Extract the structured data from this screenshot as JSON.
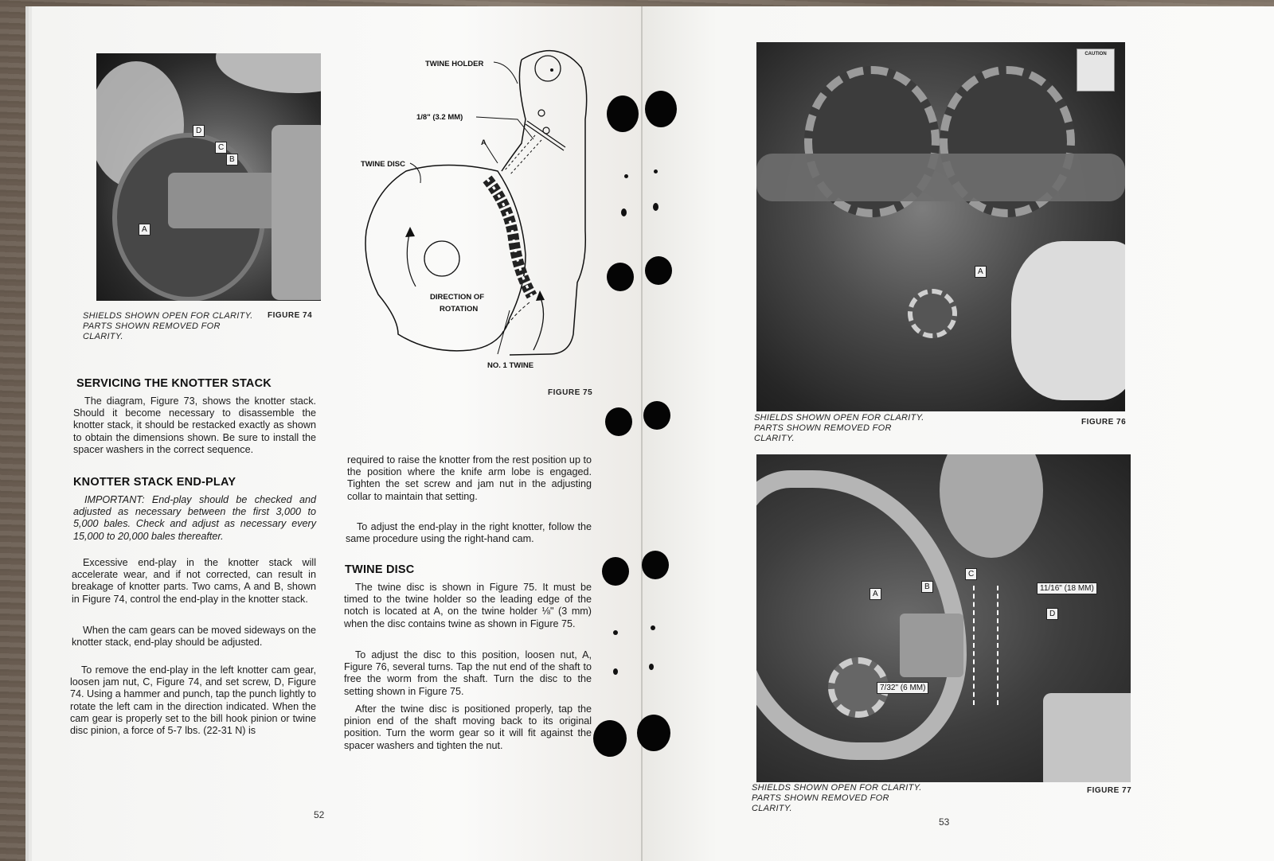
{
  "left_page": {
    "page_number": "52",
    "figure74": {
      "caption": [
        "SHIELDS SHOWN OPEN FOR CLARITY.",
        "PARTS SHOWN REMOVED FOR",
        "CLARITY."
      ],
      "label": "FIGURE 74",
      "callouts": [
        "D",
        "C",
        "B",
        "A"
      ]
    },
    "figure75": {
      "label": "FIGURE 75",
      "callouts": {
        "twine_holder": "TWINE HOLDER",
        "dimension": "1/8\" (3.2 MM)",
        "point_a": "A",
        "twine_disc": "TWINE DISC",
        "direction_1": "DIRECTION OF",
        "direction_2": "ROTATION",
        "twine": "NO. 1 TWINE"
      }
    },
    "sections": {
      "servicing_heading": "SERVICING THE KNOTTER STACK",
      "servicing_para": "The diagram, Figure 73, shows the knotter stack. Should it become necessary to disassemble the knotter stack, it should be restacked exactly as shown to obtain the dimensions shown. Be sure to install the spacer washers in the correct sequence.",
      "endplay_heading": "KNOTTER STACK END-PLAY",
      "important_para": "IMPORTANT: End-play should be checked and adjusted as necessary between the first 3,000 to 5,000 bales. Check and adjust as necessary every 15,000 to 20,000 bales thereafter.",
      "excessive_para": "Excessive end-play in the knotter stack will accelerate wear, and if not corrected, can result in breakage of knotter parts. Two cams, A and B, shown in Figure 74, control the end-play in the knotter stack.",
      "camgears_para": "When the cam gears can be moved sideways on the knotter stack, end-play should be adjusted.",
      "remove_para": "To remove the end-play in the left knotter cam gear, loosen jam nut, C, Figure 74, and set screw, D, Figure 74. Using a hammer and punch, tap the punch lightly to rotate the left cam in the direction indicated. When the cam gear is properly set to the bill hook pinion or twine disc pinion, a force of 5-7 lbs. (22-31 N) is",
      "required_para": "required to raise the knotter from the rest position up to the position where the knife arm lobe is engaged. Tighten the set screw and jam nut in the adjusting collar to maintain that setting.",
      "right_knotter_para": "To adjust the end-play in the right knotter, follow the same procedure using the right-hand cam.",
      "twine_disc_heading": "TWINE DISC",
      "twine_disc_para": "The twine disc is shown in Figure 75. It must be timed to the twine holder so the leading edge of the notch is located at A, on the twine holder ⅛\" (3 mm) when the disc contains twine as shown in Figure 75.",
      "adjust_disc_para": "To adjust the disc to this position, loosen nut, A, Figure 76, several turns. Tap the nut end of the shaft to free the worm from the shaft. Turn the disc to the setting shown in Figure 75.",
      "after_para": "After the twine disc is positioned properly, tap the pinion end of the shaft moving back to its original position. Turn the worm gear so it will fit against the spacer washers and tighten the nut."
    }
  },
  "right_page": {
    "page_number": "53",
    "figure76": {
      "caption": [
        "SHIELDS SHOWN OPEN FOR CLARITY.",
        "PARTS SHOWN REMOVED FOR",
        "CLARITY."
      ],
      "label": "FIGURE 76",
      "callouts": [
        "A"
      ],
      "sticker": "CAUTION"
    },
    "figure77": {
      "caption": [
        "SHIELDS SHOWN OPEN FOR CLARITY.",
        "PARTS SHOWN REMOVED FOR",
        "CLARITY."
      ],
      "label": "FIGURE 77",
      "callouts": [
        "A",
        "B",
        "C",
        "D"
      ],
      "dim_top": "11/16\" (18 MM)",
      "dim_bottom": "7/32\" (6 MM)"
    }
  }
}
